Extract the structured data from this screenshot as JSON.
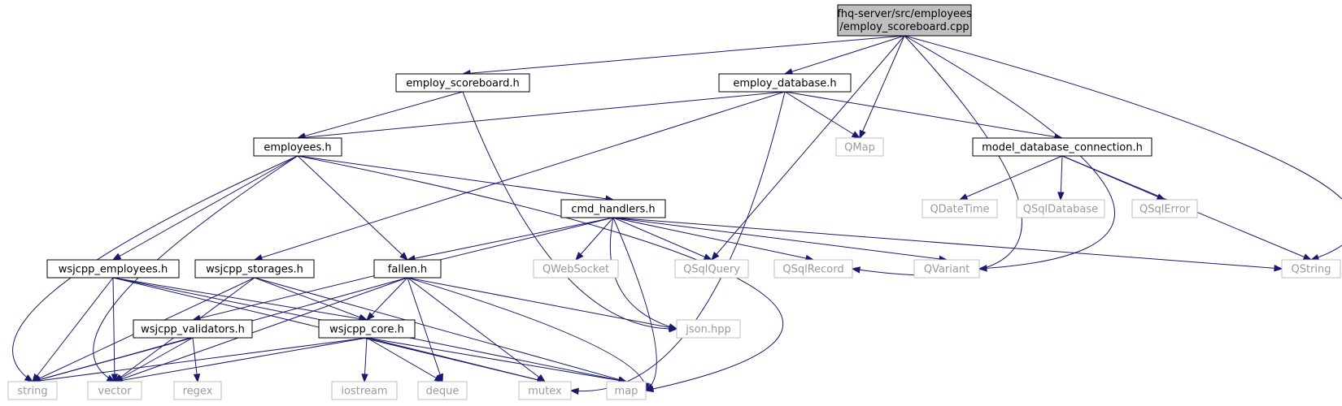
{
  "diagram": {
    "title_lines": [
      "fhq-server/src/employees",
      "/employ_scoreboard.cpp"
    ],
    "nodes": {
      "root": "fhq-server/src/employees/employ_scoreboard.cpp",
      "employ_scoreboard": "employ_scoreboard.h",
      "employ_database": "employ_database.h",
      "employees": "employees.h",
      "qmap": "QMap",
      "model_db_conn": "model_database_connection.h",
      "cmd_handlers": "cmd_handlers.h",
      "qdatetime": "QDateTime",
      "qsqldatabase": "QSqlDatabase",
      "qsqlerror": "QSqlError",
      "wsjcpp_employees": "wsjcpp_employees.h",
      "wsjcpp_storages": "wsjcpp_storages.h",
      "fallen": "fallen.h",
      "qwebsocket": "QWebSocket",
      "qsqlquery": "QSqlQuery",
      "qsqlrecord": "QSqlRecord",
      "qvariant": "QVariant",
      "qstring": "QString",
      "wsjcpp_validators": "wsjcpp_validators.h",
      "wsjcpp_core": "wsjcpp_core.h",
      "json_hpp": "json.hpp",
      "string": "string",
      "vector": "vector",
      "regex": "regex",
      "iostream": "iostream",
      "deque": "deque",
      "mutex": "mutex",
      "map": "map"
    }
  },
  "colors": {
    "edge": "#191970",
    "root_fill": "#bfbfbf",
    "external_border": "#bfbfbf",
    "external_text": "#9a9a9a"
  }
}
